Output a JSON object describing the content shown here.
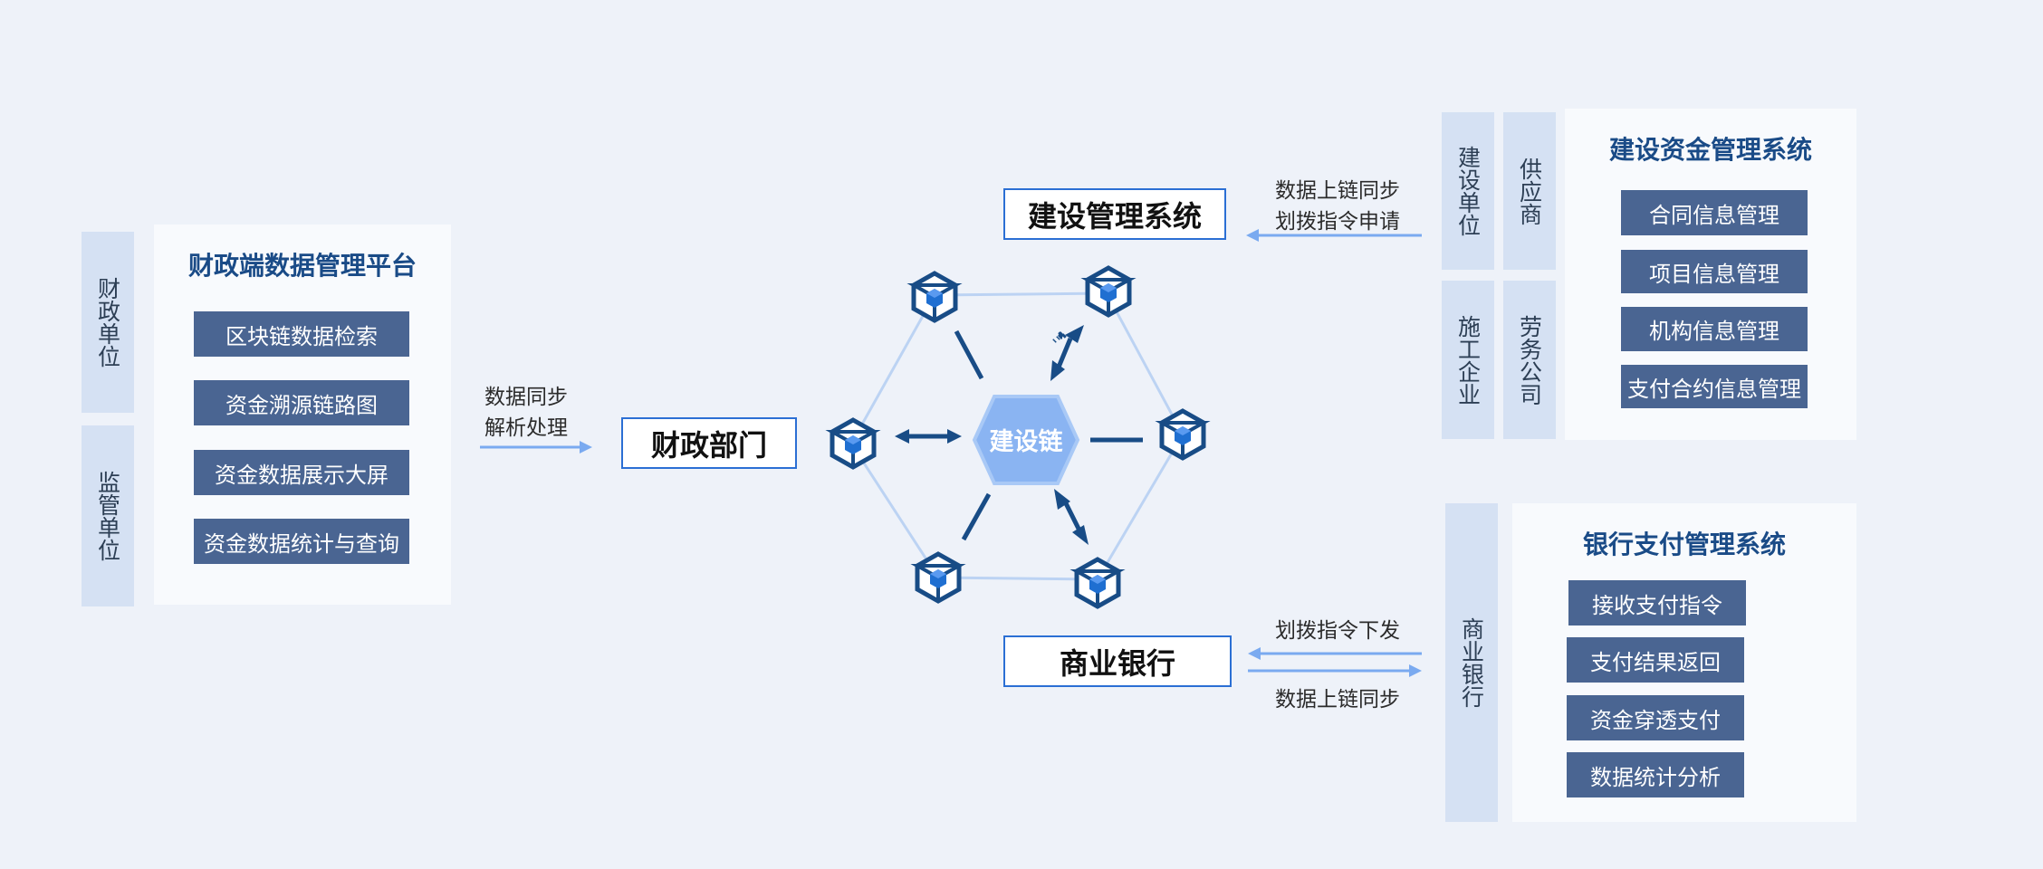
{
  "left": {
    "tag1": "财政单位",
    "tag2": "监管单位",
    "panel_title": "财政端数据管理平台",
    "items": [
      "区块链数据检索",
      "资金溯源链路图",
      "资金数据展示大屏",
      "资金数据统计与查询"
    ]
  },
  "sync_note": {
    "line1": "数据同步",
    "line2": "解析处理"
  },
  "finance_box": "财政部门",
  "center_hub": "建设链",
  "construction_box": "建设管理系统",
  "construction_note": {
    "line1": "数据上链同步",
    "line2": "划拨指令申请"
  },
  "bank_box": "商业银行",
  "bank_note": {
    "top": "划拨指令下发",
    "bottom": "数据上链同步"
  },
  "top_right": {
    "tags": [
      "建设单位",
      "供应商",
      "施工企业",
      "劳务公司"
    ],
    "panel_title": "建设资金管理系统",
    "items": [
      "合同信息管理",
      "项目信息管理",
      "机构信息管理",
      "支付合约信息管理"
    ]
  },
  "bottom_right": {
    "tag": "商业银行",
    "panel_title": "银行支付管理系统",
    "items": [
      "接收支付指令",
      "支付结果返回",
      "资金穿透支付",
      "数据统计分析"
    ]
  },
  "colors": {
    "background": "#eef2f9",
    "tag_fill": "#d5e1f3",
    "panel_fill": "#f8fafd",
    "panel_title": "#1a4b87",
    "button_fill": "#4a6592",
    "box_border": "#2b6fd4",
    "arrow_light": "#7aaaf0",
    "node_dark": "#184c86",
    "node_cube": "#1f6fd1",
    "hub_fill": "#8ab4f2",
    "ring_line": "#bcd3f3"
  }
}
